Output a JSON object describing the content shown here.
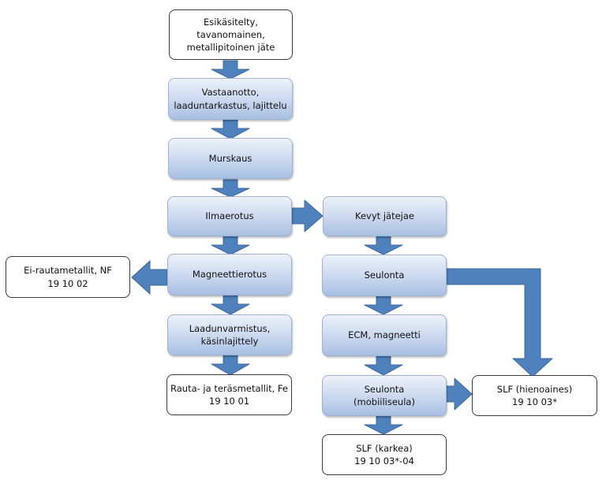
{
  "diagram": {
    "nodes": {
      "input": "Esikäsitelty,\ntavanomainen,\nmetallipitoinen jäte",
      "reception": "Vastaanotto,\nlaaduntarkastus, lajittelu",
      "crushing": "Murskaus",
      "air_separation": "Ilmaerotus",
      "light_fraction": "Kevyt jätejae",
      "magnetic_separation": "Magneettierotus",
      "nonferrous": "Ei-rautametallit, NF\n19 10 02",
      "screening": "Seulonta",
      "quality": "Laadunvarmistus,\nkäsinlajittely",
      "ecm": "ECM, magneetti",
      "ferrous": "Rauta- ja teräsmetallit, Fe\n19 10 01",
      "screening_mobile": "Seulonta\n(mobiiliseula)",
      "slf_fine": "SLF (hienoaines)\n19 10 03*",
      "slf_coarse": "SLF (karkea)\n19 10 03*-04"
    },
    "colors": {
      "arrow_fill": "#4f81bd",
      "arrow_stroke": "#3d6a9f",
      "box_border": "#3b3b3b"
    }
  }
}
